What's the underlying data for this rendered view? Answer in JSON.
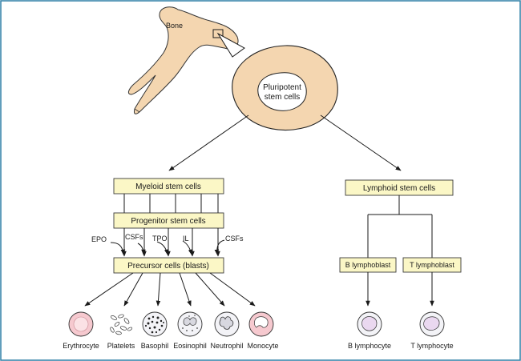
{
  "bone": {
    "label": "Bone"
  },
  "stem": {
    "label_line1": "Pluripotent",
    "label_line2": "stem cells"
  },
  "myeloid": {
    "label": "Myeloid stem cells"
  },
  "progenitor": {
    "label": "Progenitor stem cells"
  },
  "precursor": {
    "label": "Precursor cells (blasts)"
  },
  "lymphoid": {
    "label": "Lymphoid stem cells"
  },
  "b_lymphoblast": {
    "label": "B lymphoblast"
  },
  "t_lymphoblast": {
    "label": "T lymphoblast"
  },
  "factors": {
    "epo": "EPO",
    "csfs_left": "CSFs",
    "tpo": "TPO",
    "il": "IL",
    "csfs_right": "CSFs"
  },
  "cells": {
    "erythrocyte": "Erythrocyte",
    "platelets": "Platelets",
    "basophil": "Basophil",
    "eosinophil": "Eosinophil",
    "neutrophil": "Neutrophil",
    "monocyte": "Monocyte",
    "b_lymphocyte": "B lymphocyte",
    "t_lymphocyte": "T lymphocyte"
  },
  "colors": {
    "bone_fill": "#f4d6b0",
    "box_fill": "#fbf7c6",
    "frame": "#2d7fa6",
    "erythrocyte_fill": "#f6c9cf",
    "lymphocyte_nucleus": "#ead8f0"
  }
}
